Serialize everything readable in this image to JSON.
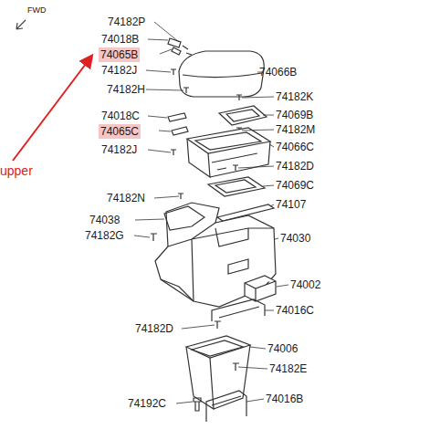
{
  "diagram": {
    "nodes": [
      {
        "text": [
          "74065B"
        ]
      },
      {
        "text": [
          "74065C"
        ]
      }
    ],
    "labels": [
      "FWD",
      "74182P",
      "74018B",
      "74182J",
      "74066B",
      "74182H",
      "74182K",
      "74018C",
      "74069B",
      "74182M",
      "74066C",
      "74182J",
      "74182D",
      "upper",
      "74182N",
      "74069C",
      "74107",
      "74038",
      "74030",
      "74182G",
      "74002",
      "74016C",
      "74182D",
      "74006",
      "74182E",
      "74192C",
      "74016B"
    ]
  }
}
